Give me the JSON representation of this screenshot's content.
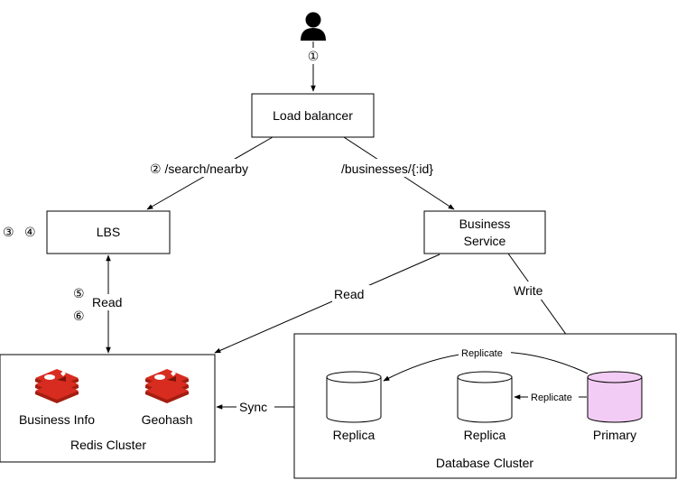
{
  "nodes": {
    "load_balancer": "Load balancer",
    "lbs": "LBS",
    "business_service_line1": "Business",
    "business_service_line2": "Service",
    "redis_cluster": "Redis Cluster",
    "business_info": "Business Info",
    "geohash": "Geohash",
    "database_cluster": "Database Cluster",
    "replica_1": "Replica",
    "replica_2": "Replica",
    "primary": "Primary"
  },
  "edges": {
    "step1": "①",
    "search_nearby": "② /search/nearby",
    "businesses_id": "/businesses/{:id}",
    "step3": "③",
    "step4": "④",
    "step5": "⑤",
    "step6": "⑥",
    "read_lbs": "Read",
    "read_bs": "Read",
    "write": "Write",
    "sync": "Sync",
    "replicate_top": "Replicate",
    "replicate_right": "Replicate"
  },
  "icons": {
    "user": "user-icon",
    "redis": "redis-icon"
  },
  "colors": {
    "primary_fill": "#f3ccf5",
    "redis_red": "#d82c20",
    "redis_dark": "#a41e11"
  }
}
